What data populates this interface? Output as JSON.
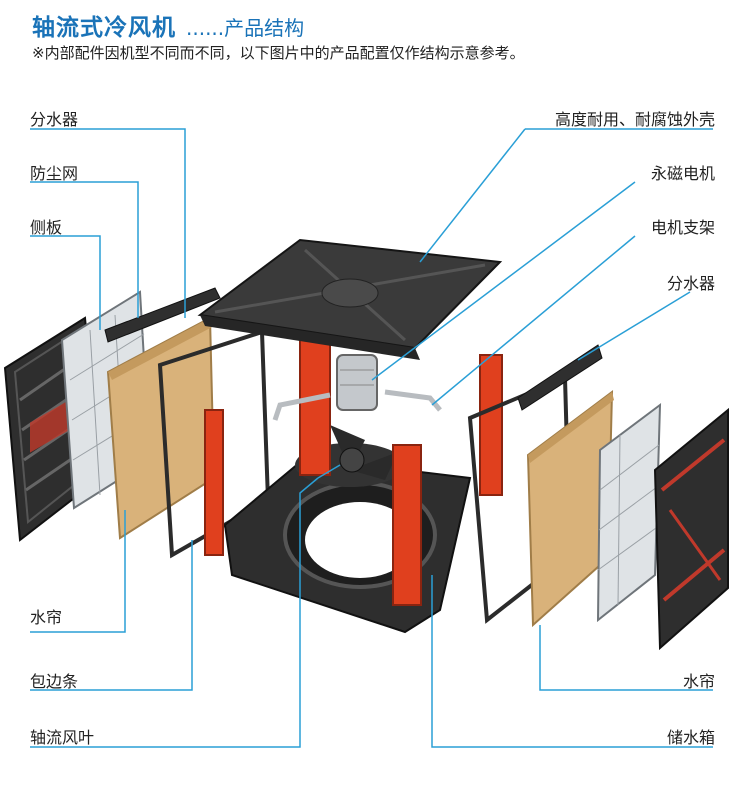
{
  "header": {
    "title": "轴流式冷风机",
    "subtitle": "......产品结构",
    "note": "※内部配件因机型不同而不同，以下图片中的产品配置仅作结构示意参考。"
  },
  "labels_left": [
    {
      "key": "shui_fen_qi",
      "text": "分水器"
    },
    {
      "key": "fang_chen_wang",
      "text": "防尘网"
    },
    {
      "key": "ce_ban",
      "text": "侧板"
    },
    {
      "key": "shui_lian",
      "text": "水帘"
    },
    {
      "key": "bao_bian_tiao",
      "text": "包边条"
    },
    {
      "key": "zhou_liu_feng_ye",
      "text": "轴流风叶"
    }
  ],
  "labels_right": [
    {
      "key": "wai_ke",
      "text": "高度耐用、耐腐蚀外壳"
    },
    {
      "key": "yong_ci_dian_ji",
      "text": "永磁电机"
    },
    {
      "key": "dian_ji_zhi_jia",
      "text": "电机支架"
    },
    {
      "key": "shui_fen_qi_r",
      "text": "分水器"
    },
    {
      "key": "shui_lian_r",
      "text": "水帘"
    },
    {
      "key": "chu_shui_xiang",
      "text": "储水箱"
    }
  ],
  "colors": {
    "accent": "#1a73b8",
    "leader": "#2a9fd6",
    "housing": "#3a3a3a",
    "red_pillar": "#e0401e",
    "pad": "#d9b27a",
    "mesh": "#8a8f94"
  }
}
